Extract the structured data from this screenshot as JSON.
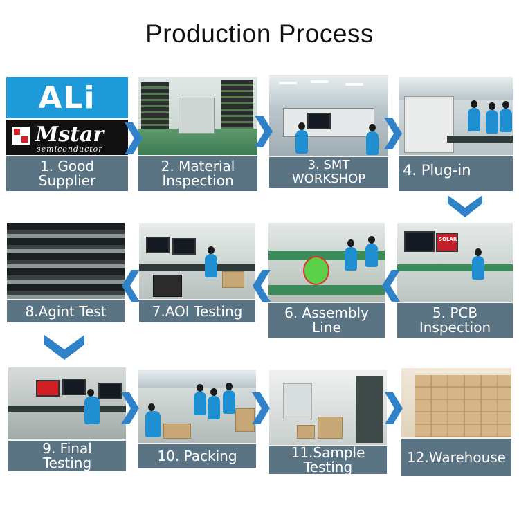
{
  "title": "Production Process",
  "supplier_logos": {
    "ali": "ALi",
    "mstar": "Mstar",
    "mstar_sub": "semiconductor"
  },
  "photo_badges": {
    "solar_logo": "SOLAR"
  },
  "steps": [
    {
      "number": 1,
      "caption": "1.  Good\nSupplier"
    },
    {
      "number": 2,
      "caption": "2.  Material\nInspection"
    },
    {
      "number": 3,
      "caption": "3.   SMT\nWORKSHOP"
    },
    {
      "number": 4,
      "caption": "4.   Plug-in"
    },
    {
      "number": 5,
      "caption": "5.   PCB\nInspection"
    },
    {
      "number": 6,
      "caption": "6. Assembly\nLine"
    },
    {
      "number": 7,
      "caption": "7.AOI Testing"
    },
    {
      "number": 8,
      "caption": "8.Agint Test"
    },
    {
      "number": 9,
      "caption": "9.  Final\nTesting"
    },
    {
      "number": 10,
      "caption": "10. Packing"
    },
    {
      "number": 11,
      "caption": "11.Sample\nTesting"
    },
    {
      "number": 12,
      "caption": "12.Warehouse"
    }
  ],
  "colors": {
    "caption_bg": "#5b7483",
    "arrow": "#2f82c8",
    "ali_bg": "#1e9ad9",
    "mstar_bg": "#111111"
  }
}
